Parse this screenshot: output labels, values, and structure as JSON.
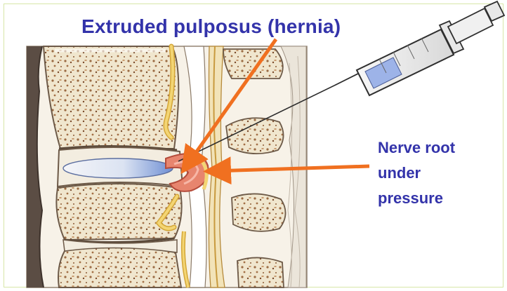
{
  "labels": {
    "title": "Extruded pulposus (hernia)",
    "nerve_line1": "Nerve root",
    "nerve_line2": "under",
    "nerve_line3": "pressure"
  },
  "colors": {
    "label_text": "#3333aa",
    "arrow": "#f07020",
    "slide_border": "#d7e6a8",
    "bone": "#efe3c8",
    "bone_speckle": "#8b5a34",
    "disc": "#dfe7f3",
    "nerve": "#e8c96f",
    "hernia": "#e7856e"
  },
  "icons": {
    "syringe": "syringe-icon",
    "spine": "spine-illustration"
  }
}
